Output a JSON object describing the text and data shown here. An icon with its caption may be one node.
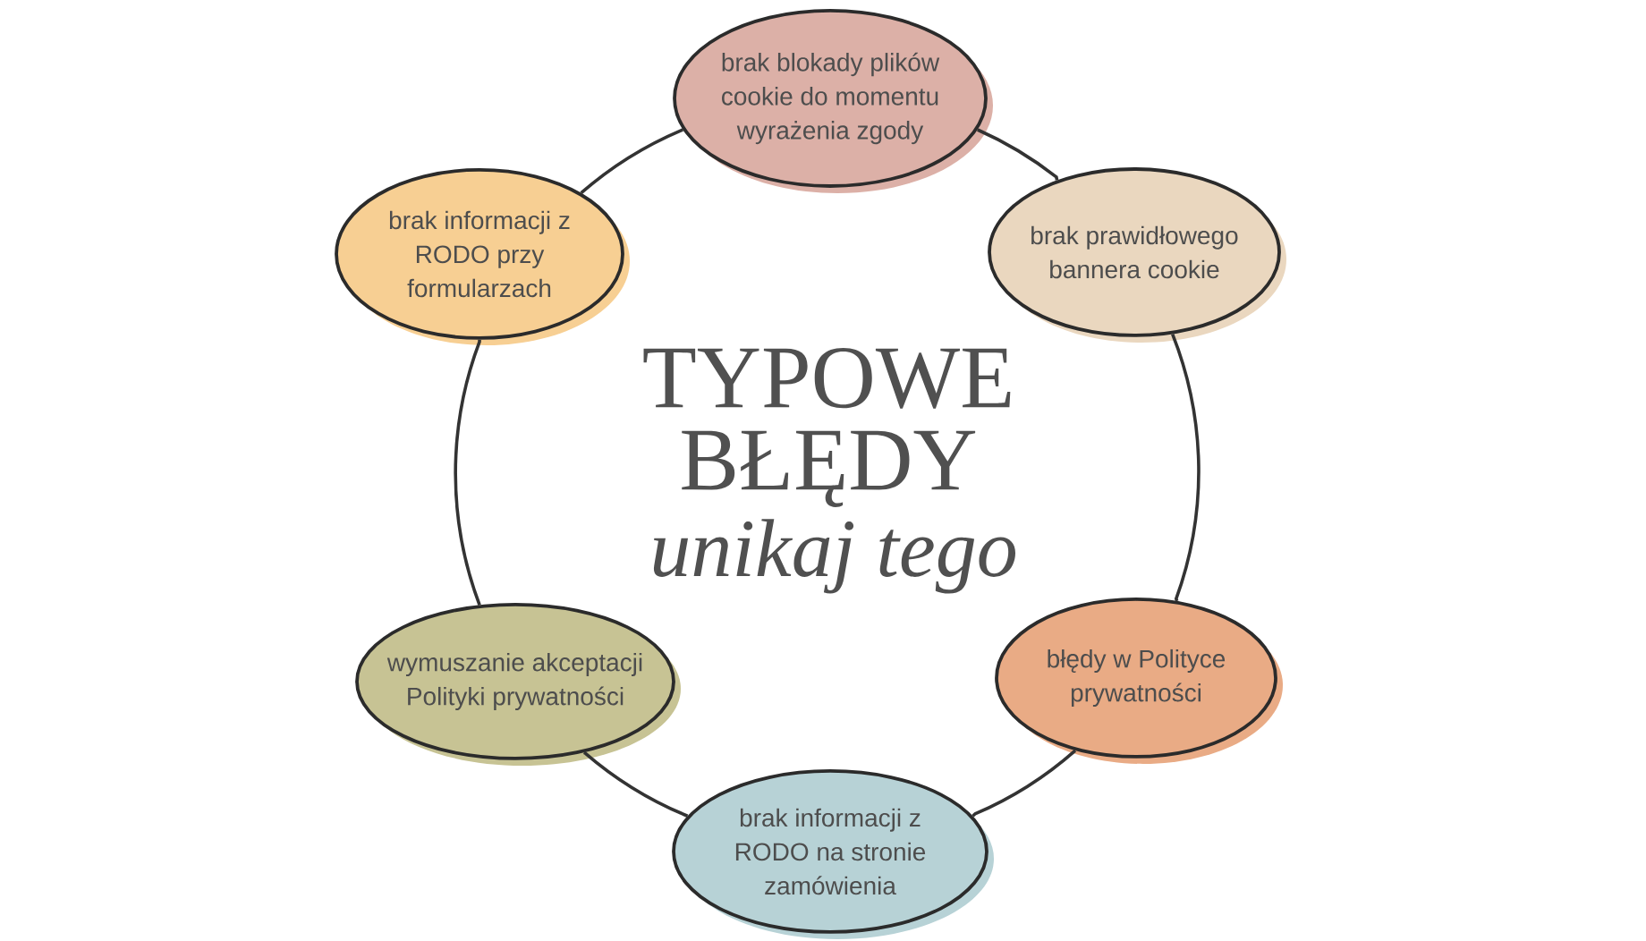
{
  "diagram": {
    "title": "TYPOWE BŁĘDY",
    "nodes": [
      {
        "text": [
          "brak blokady plików cookie do momentu wyrażenia zgody"
        ]
      },
      {
        "text": [
          "brak informacji z RODO przy formularzach"
        ]
      },
      {
        "text": [
          "brak prawidłowego bannera cookie"
        ]
      },
      {
        "text": [
          "wymuszanie akceptacji Polityki prywatności"
        ]
      },
      {
        "text": [
          "błędy w Polityce prywatności"
        ]
      },
      {
        "text": [
          "brak informacji z RODO na stronie zamówienia"
        ]
      }
    ],
    "edges": [
      {
        "from": 0,
        "to": 2,
        "arrow": "none"
      },
      {
        "from": 2,
        "to": 4,
        "arrow": "none"
      },
      {
        "from": 4,
        "to": 5,
        "arrow": "none"
      },
      {
        "from": 5,
        "to": 3,
        "arrow": "none"
      },
      {
        "from": 3,
        "to": 1,
        "arrow": "none"
      },
      {
        "from": 1,
        "to": 0,
        "arrow": "none"
      }
    ],
    "labels": [
      "unikaj tego"
    ]
  }
}
